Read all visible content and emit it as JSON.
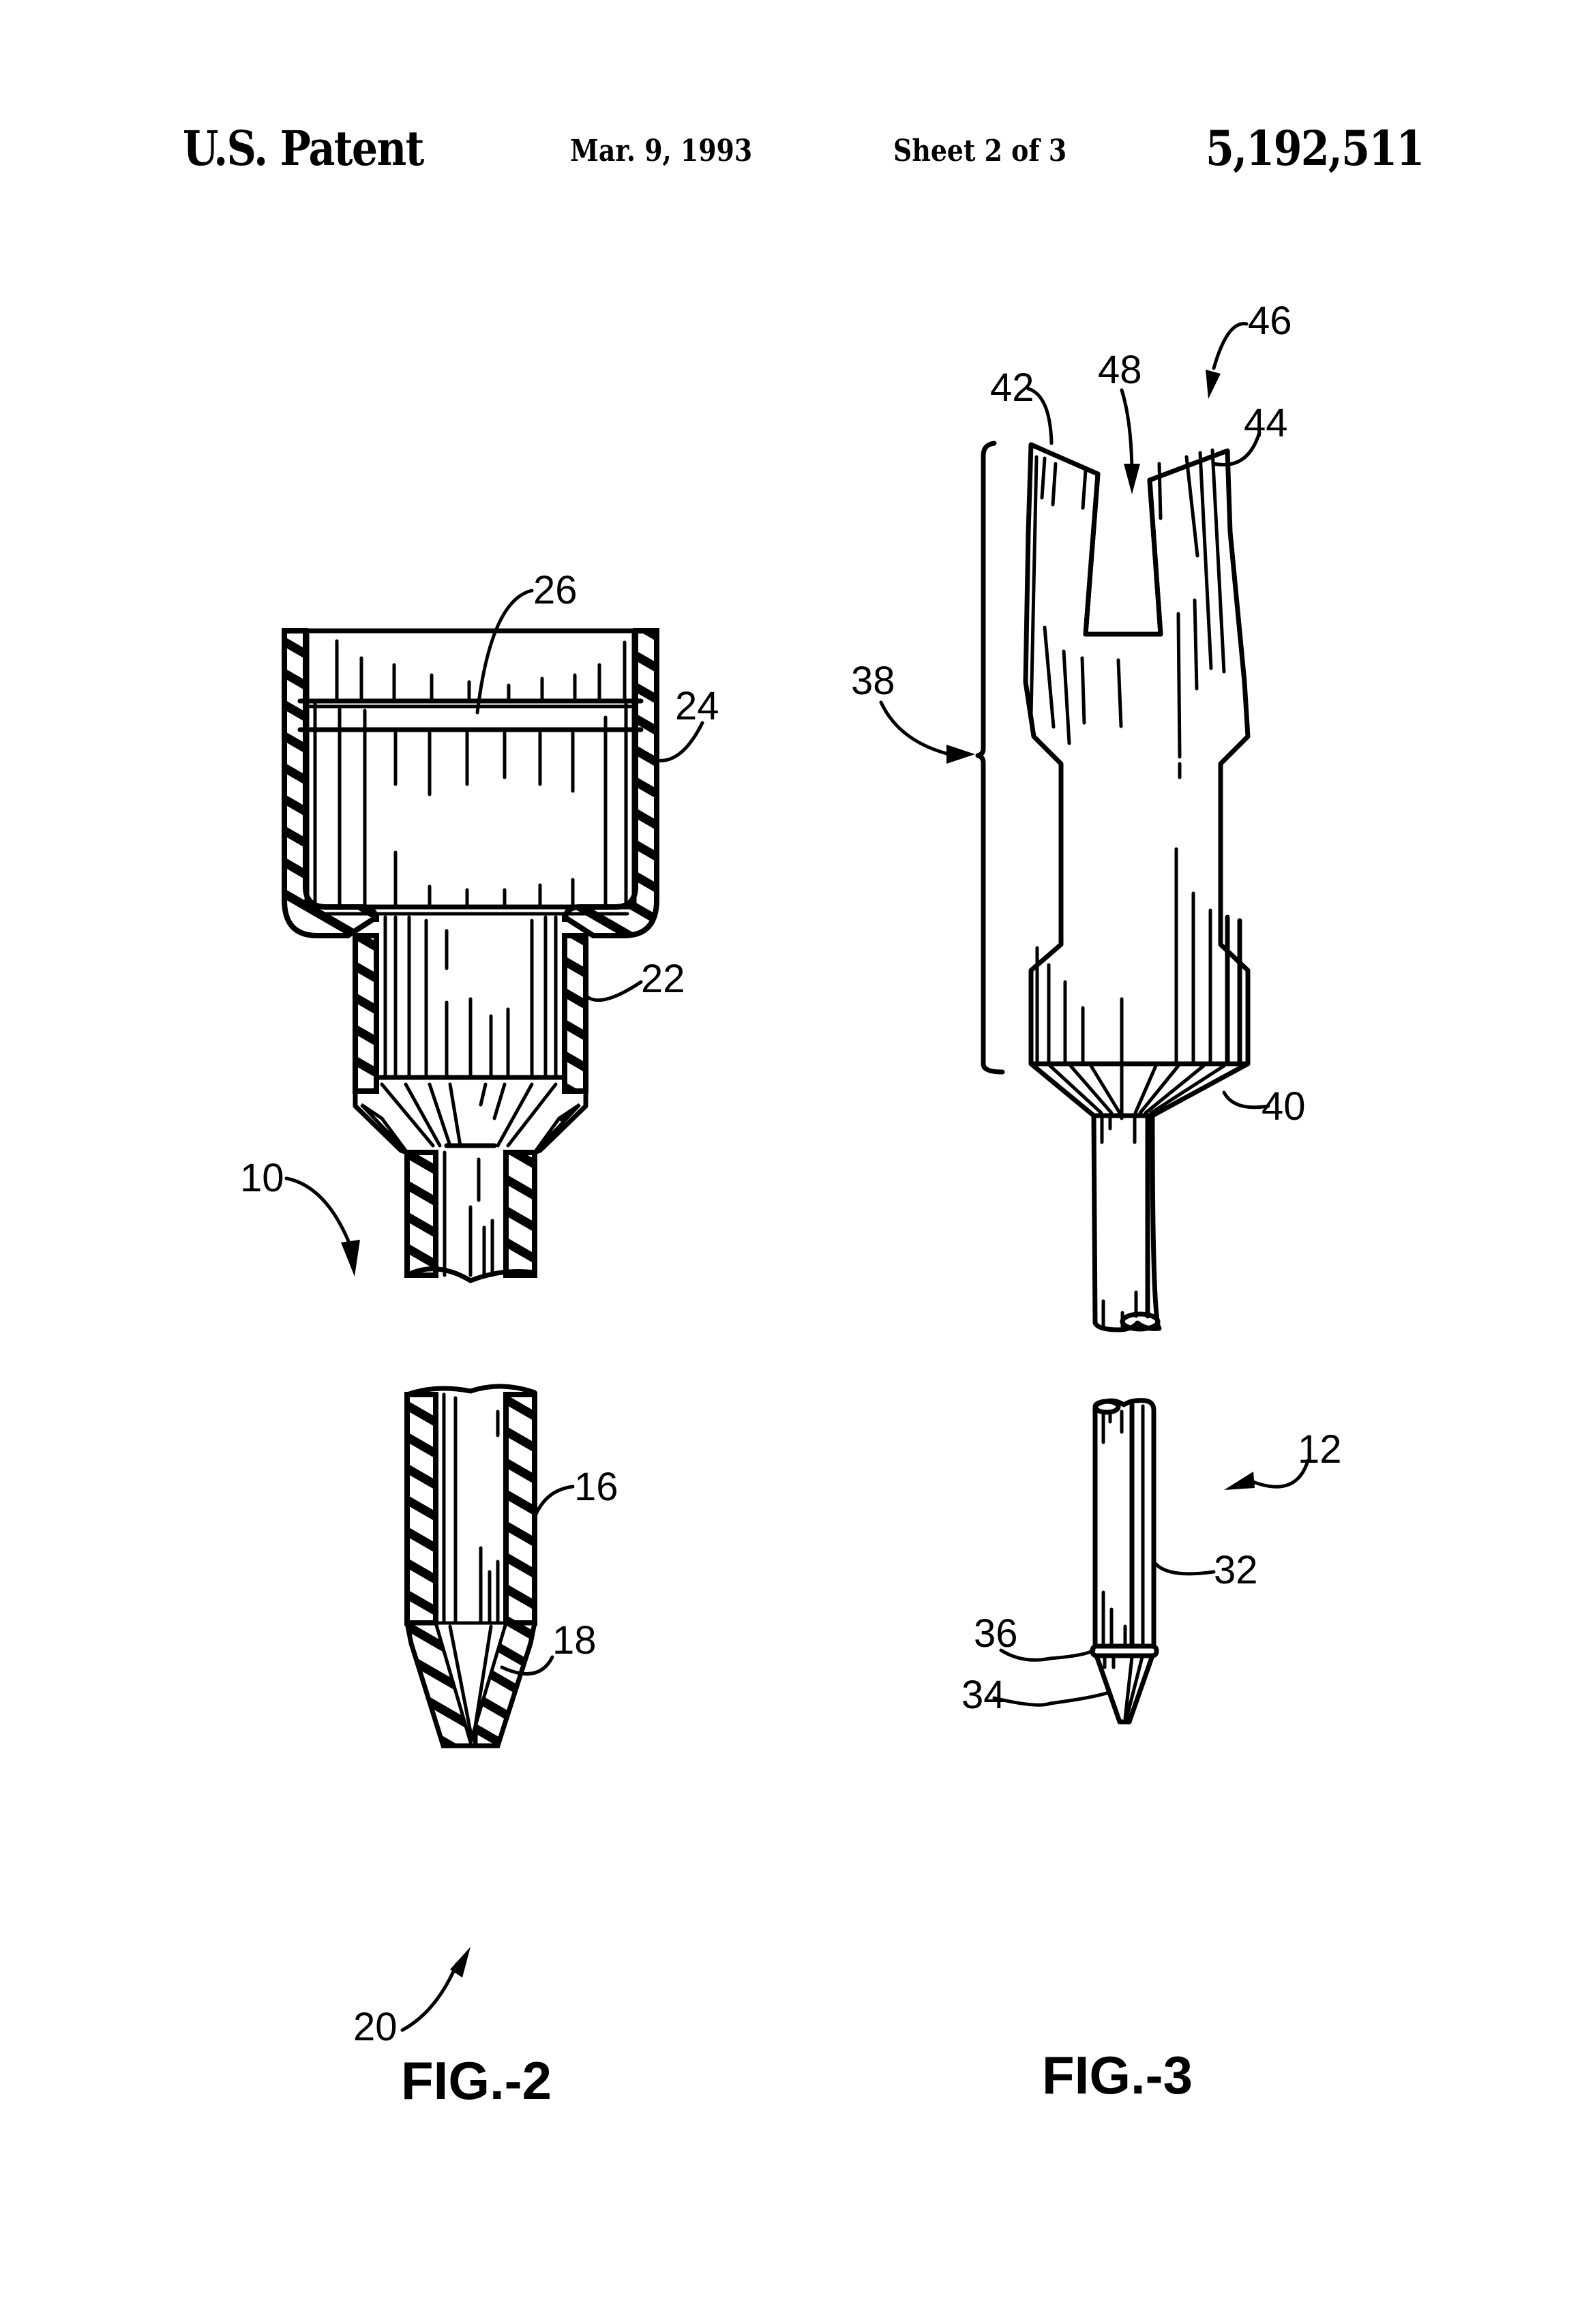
{
  "header": {
    "patent_label": "U.S. Patent",
    "date": "Mar. 9, 1993",
    "sheet": "Sheet 2 of 3",
    "patent_number": "5,192,511"
  },
  "figures": [
    {
      "id": "fig2",
      "caption": "FIG.-2",
      "reference_labels": {
        "assembly": "10",
        "body": "16",
        "tip": "18",
        "opening": "20",
        "neck": "22",
        "cup": "24",
        "ledge": "26"
      }
    },
    {
      "id": "fig3",
      "caption": "FIG.-3",
      "reference_labels": {
        "assembly": "12",
        "shaft": "32",
        "point": "34",
        "collar": "36",
        "head_section": "38",
        "taper": "40",
        "left_prong": "42",
        "right_prong": "44",
        "fork": "46",
        "slot": "48"
      }
    }
  ],
  "colors": {
    "ink": "#000000",
    "paper": "#ffffff"
  }
}
